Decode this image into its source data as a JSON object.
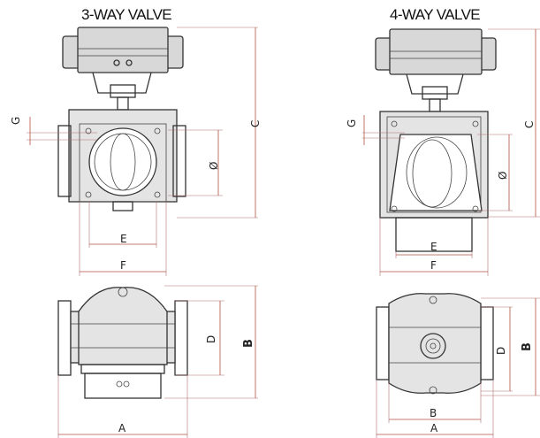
{
  "titles": {
    "three_way": "3-WAY VALVE",
    "four_way": "4-WAY VALVE"
  },
  "dims": {
    "three_way": {
      "G": "G",
      "C": "C",
      "phi": "Ø",
      "E": "E",
      "F": "F",
      "D": "D",
      "B": "B",
      "A": "A"
    },
    "four_way": {
      "G": "G",
      "C": "C",
      "phi": "Ø",
      "E": "E",
      "F": "F",
      "D": "D",
      "B_side": "B",
      "B_bottom": "B",
      "A": "A"
    }
  },
  "colors": {
    "outline": "#333333",
    "dimension": "#b05040",
    "fill": "#e4e4e4"
  }
}
